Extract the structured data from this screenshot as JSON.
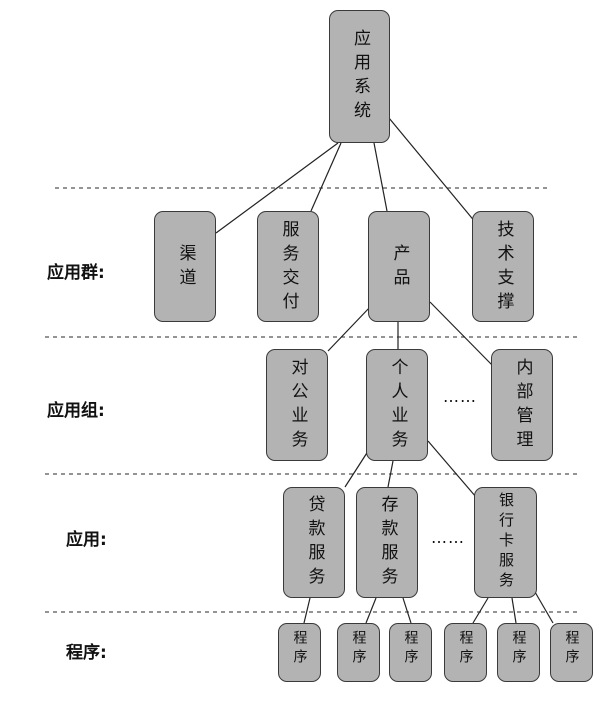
{
  "levels": {
    "group": "应用群:",
    "team": "应用组:",
    "app": "应用:",
    "program": "程序:"
  },
  "nodes": {
    "root": "应用系统",
    "channel": "渠道",
    "service_delivery": "服务交付",
    "product": "产品",
    "tech_support": "技术支撑",
    "corporate": "对公业务",
    "personal": "个人业务",
    "internal": "内部管理",
    "loan": "贷款服务",
    "deposit": "存款服务",
    "bankcard": "银行卡服务",
    "prog1": "程序",
    "prog2": "程序",
    "prog3": "程序",
    "prog4": "程序",
    "prog5": "程序",
    "prog6": "程序"
  },
  "ellipsis": {
    "team": "……",
    "app": "……"
  }
}
